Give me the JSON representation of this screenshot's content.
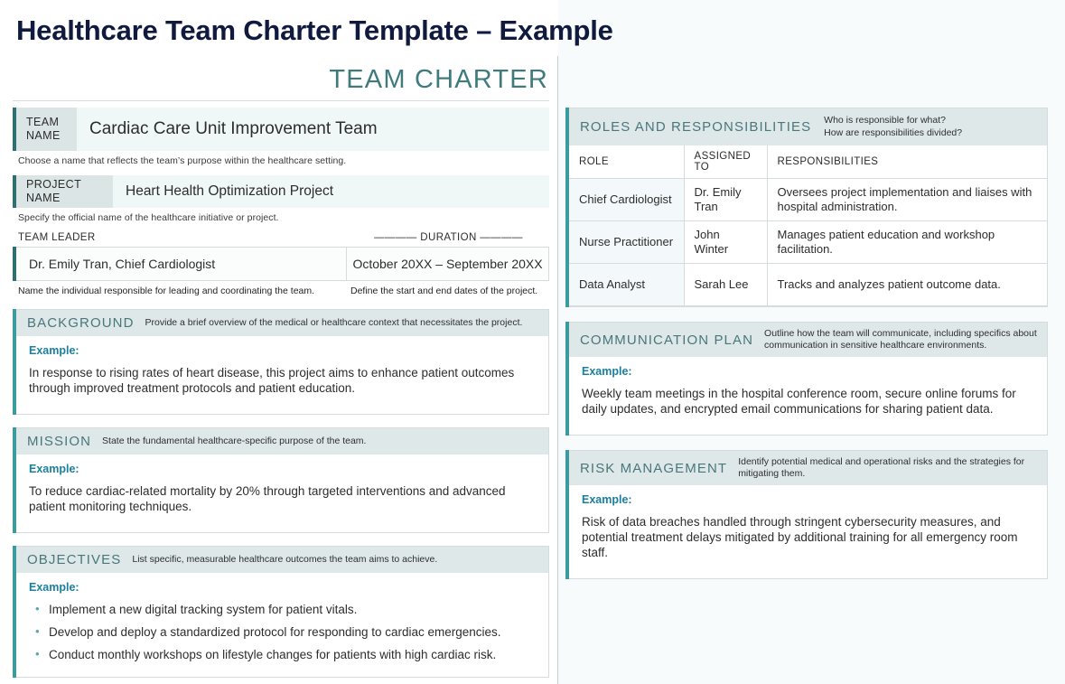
{
  "header": {
    "main_title": "Healthcare Team Charter Template – Example",
    "charter_title": "TEAM CHARTER"
  },
  "colors": {
    "accent_teal": "#3b9b9e",
    "header_fill": "#dee8e9",
    "title_navy": "#101a3e",
    "section_title": "#49777c",
    "example_blue": "#1b7f9e",
    "value_fill": "#f0f7f7"
  },
  "left": {
    "team_name": {
      "label_line1": "TEAM",
      "label_line2": "NAME",
      "value": "Cardiac Care Unit Improvement Team",
      "hint": "Choose a name that reflects the team’s purpose within the healthcare setting."
    },
    "project_name": {
      "label": "PROJECT NAME",
      "value": "Heart Health Optimization Project",
      "hint": "Specify the official name of the healthcare initiative or project."
    },
    "leader": {
      "label": "TEAM LEADER",
      "value": "Dr. Emily Tran, Chief Cardiologist",
      "hint": "Name the individual responsible for leading and coordinating the team."
    },
    "duration": {
      "label": "DURATION",
      "label_decorated": "———— DURATION ————",
      "value": "October 20XX – September 20XX",
      "hint": "Define the start and end dates of the project."
    },
    "background": {
      "title": "BACKGROUND",
      "subtitle": "Provide a brief overview of the medical or healthcare context that necessitates the project.",
      "example_label": "Example:",
      "example_text": "In response to rising rates of heart disease, this project aims to enhance patient outcomes through improved treatment protocols and patient education."
    },
    "mission": {
      "title": "MISSION",
      "subtitle": "State the fundamental healthcare-specific purpose of the team.",
      "example_label": "Example:",
      "example_text": "To reduce cardiac-related mortality by 20% through targeted interventions and advanced patient monitoring techniques."
    },
    "objectives": {
      "title": "OBJECTIVES",
      "subtitle": "List specific, measurable healthcare outcomes the team aims to achieve.",
      "example_label": "Example:",
      "items": [
        "Implement a new digital tracking system for patient vitals.",
        "Develop and deploy a standardized protocol for responding to cardiac emergencies.",
        "Conduct monthly workshops on lifestyle changes for patients with high cardiac risk."
      ]
    }
  },
  "right": {
    "roles": {
      "title": "ROLES AND RESPONSIBILITIES",
      "subtitle_line1": "Who is responsible for what?",
      "subtitle_line2": "How are responsibilities divided?",
      "columns": [
        "ROLE",
        "ASSIGNED TO",
        "RESPONSIBILITIES"
      ],
      "rows": [
        {
          "role": "Chief Cardiologist",
          "assigned_to": "Dr. Emily Tran",
          "responsibilities": "Oversees project implementation and liaises with hospital administration."
        },
        {
          "role": "Nurse Practitioner",
          "assigned_to": "John Winter",
          "responsibilities": "Manages patient education and workshop facilitation."
        },
        {
          "role": "Data Analyst",
          "assigned_to": "Sarah Lee",
          "responsibilities": "Tracks and analyzes patient outcome data."
        }
      ]
    },
    "communication": {
      "title": "COMMUNICATION PLAN",
      "subtitle_line1": "Outline how the team will communicate, including specifics about",
      "subtitle_line2": "communication in sensitive healthcare environments.",
      "example_label": "Example:",
      "example_text": "Weekly team meetings in the hospital conference room, secure online forums for daily updates, and encrypted email communications for sharing patient data."
    },
    "risk": {
      "title": "RISK MANAGEMENT",
      "subtitle_line1": "Identify potential medical and operational risks and the strategies for",
      "subtitle_line2": "mitigating them.",
      "example_label": "Example:",
      "example_text": "Risk of data breaches handled through stringent cybersecurity measures, and potential treatment delays mitigated by additional training for all emergency room staff."
    }
  }
}
